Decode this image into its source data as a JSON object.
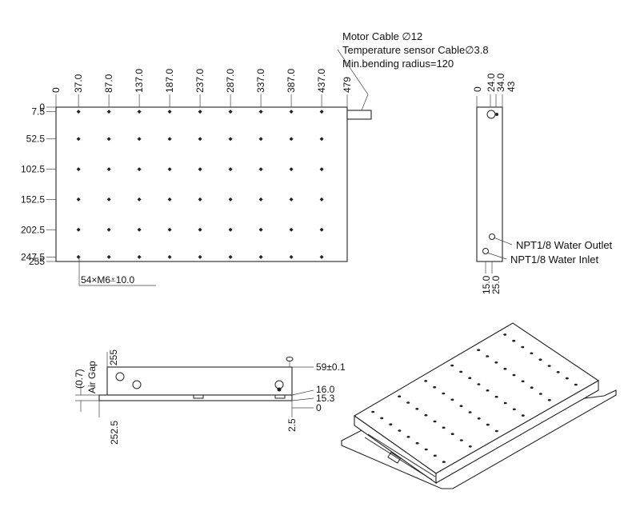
{
  "notes": {
    "motor_cable": "Motor Cable ∅12",
    "temp_cable": "Temperature sensor Cable∅3.8",
    "bend_radius": "Min.bending radius=120",
    "holes": "54×M6⩡10.0",
    "water_outlet": "NPT1/8 Water Outlet",
    "water_inlet": "NPT1/8 Water Inlet",
    "air_gap": "Air Gap",
    "air_gap_value": "(0.7)"
  },
  "top_view": {
    "x_dims": [
      "0",
      "37.0",
      "87.0",
      "137.0",
      "187.0",
      "237.0",
      "287.0",
      "337.0",
      "387.0",
      "437.0",
      "479"
    ],
    "y_dims": [
      "0",
      "7.5",
      "52.5",
      "102.5",
      "152.5",
      "202.5",
      "247.5",
      "255"
    ],
    "hole_cols": [
      37,
      87,
      137,
      187,
      237,
      287,
      337,
      387,
      437
    ],
    "hole_rows": [
      7.5,
      52.5,
      102.5,
      152.5,
      202.5,
      247.5
    ]
  },
  "side_view": {
    "x_dims": [
      "0",
      "24.0",
      "34.0",
      "43"
    ],
    "bottom_dims": [
      "15.0",
      "25.0"
    ]
  },
  "front_view": {
    "top_dim": "255",
    "right_dims": [
      "59±0.1",
      "16.0",
      "15.3",
      "0"
    ],
    "bottom_dims": [
      "252.5",
      "2.5"
    ]
  }
}
